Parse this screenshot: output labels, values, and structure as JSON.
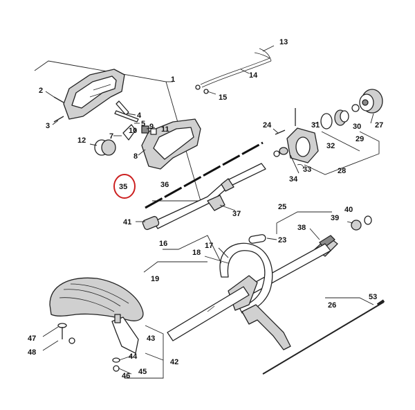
{
  "labels": {
    "l1": "1",
    "l2": "2",
    "l3": "3",
    "l4": "4",
    "l5": "5",
    "l7": "7",
    "l8": "8",
    "l9": "9",
    "l10": "10",
    "l11": "11",
    "l12": "12",
    "l13": "13",
    "l14": "14",
    "l15": "15",
    "l16": "16",
    "l17": "17",
    "l18": "18",
    "l19": "19",
    "l23": "23",
    "l24": "24",
    "l25": "25",
    "l26": "26",
    "l27": "27",
    "l28": "28",
    "l29": "29",
    "l30": "30",
    "l31": "31",
    "l32": "32",
    "l33": "33",
    "l34": "34",
    "l35": "35",
    "l36": "36",
    "l37": "37",
    "l38": "38",
    "l39": "39",
    "l40": "40",
    "l41": "41",
    "l42": "42",
    "l43": "43",
    "l44": "44",
    "l45": "45",
    "l46": "46",
    "l47": "47",
    "l48": "48",
    "l53": "53"
  },
  "highlighted_part": "35",
  "colors": {
    "highlight": "#cc1f1f",
    "line": "#222222",
    "shade": "#d0d0d0"
  }
}
